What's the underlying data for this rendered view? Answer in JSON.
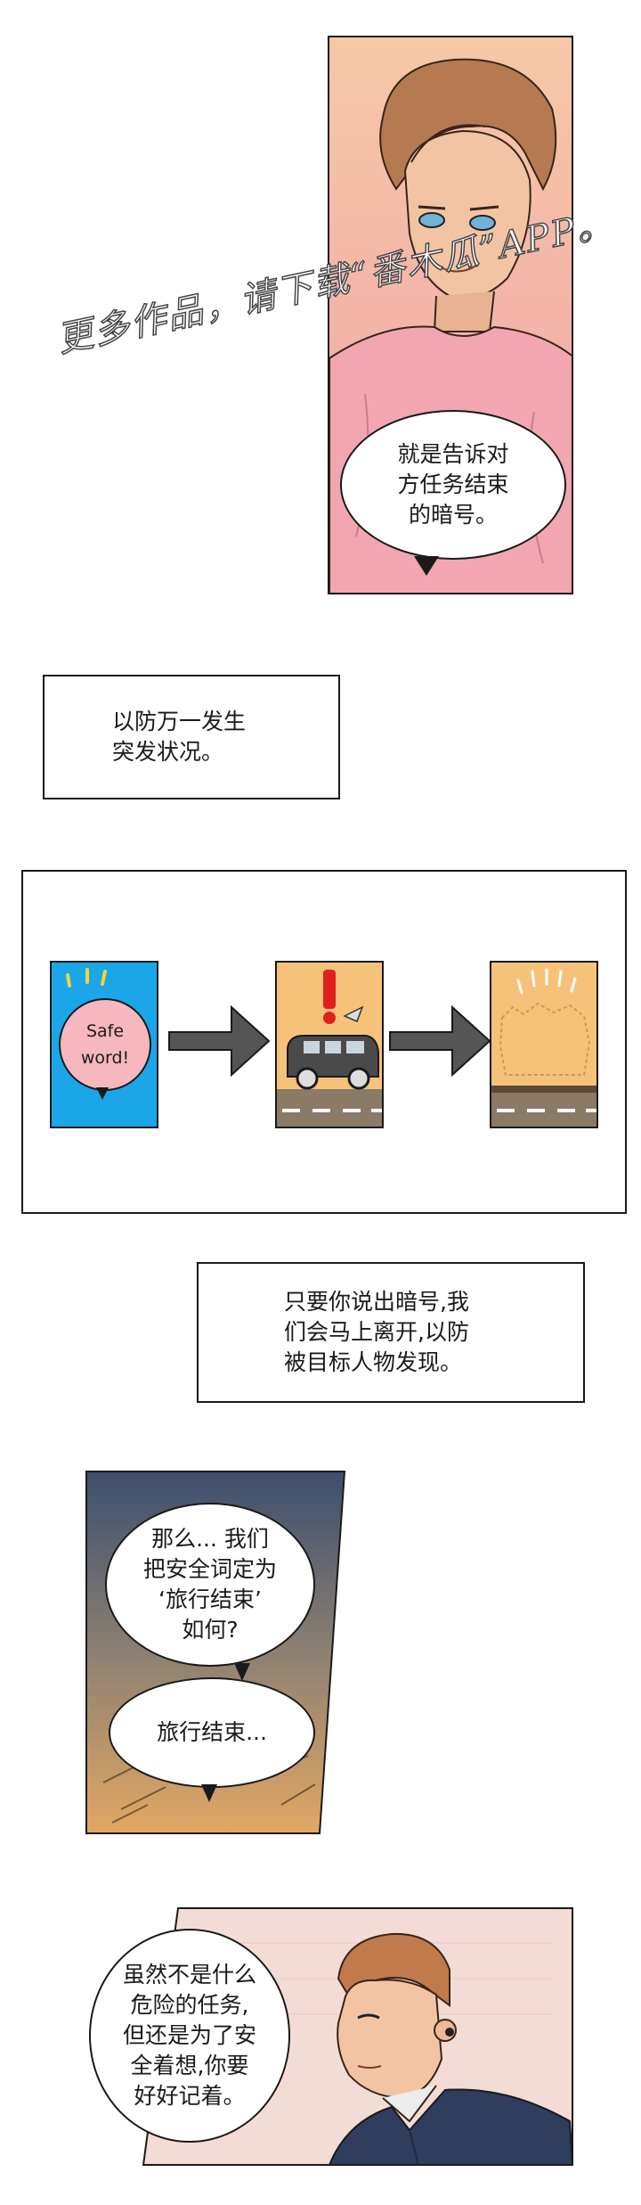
{
  "panel1": {
    "bubble": "就是告诉对\n方任务结束\n的暗号。"
  },
  "watermark": "更多作品，请下载“番木瓜”APP。",
  "caption1": "以防万一发生\n突发状况。",
  "diagram": {
    "card1_text": "Safe\nword!"
  },
  "caption2": "只要你说出暗号,我\n们会马上离开,以防\n被目标人物发现。",
  "panel3": {
    "bubble1": "那么... 我们\n把安全词定为\n‘旅行结束’\n如何?",
    "bubble2": "旅行结束..."
  },
  "panel4": {
    "bubble": "虽然不是什么\n危险的任务,\n但还是为了安\n全着想,你要\n好好记着。"
  },
  "colors": {
    "sky_blue": "#1aa6e8",
    "sand": "#f6c27a",
    "road": "#8a7a66",
    "bubble_pink": "#f7b7bf"
  }
}
